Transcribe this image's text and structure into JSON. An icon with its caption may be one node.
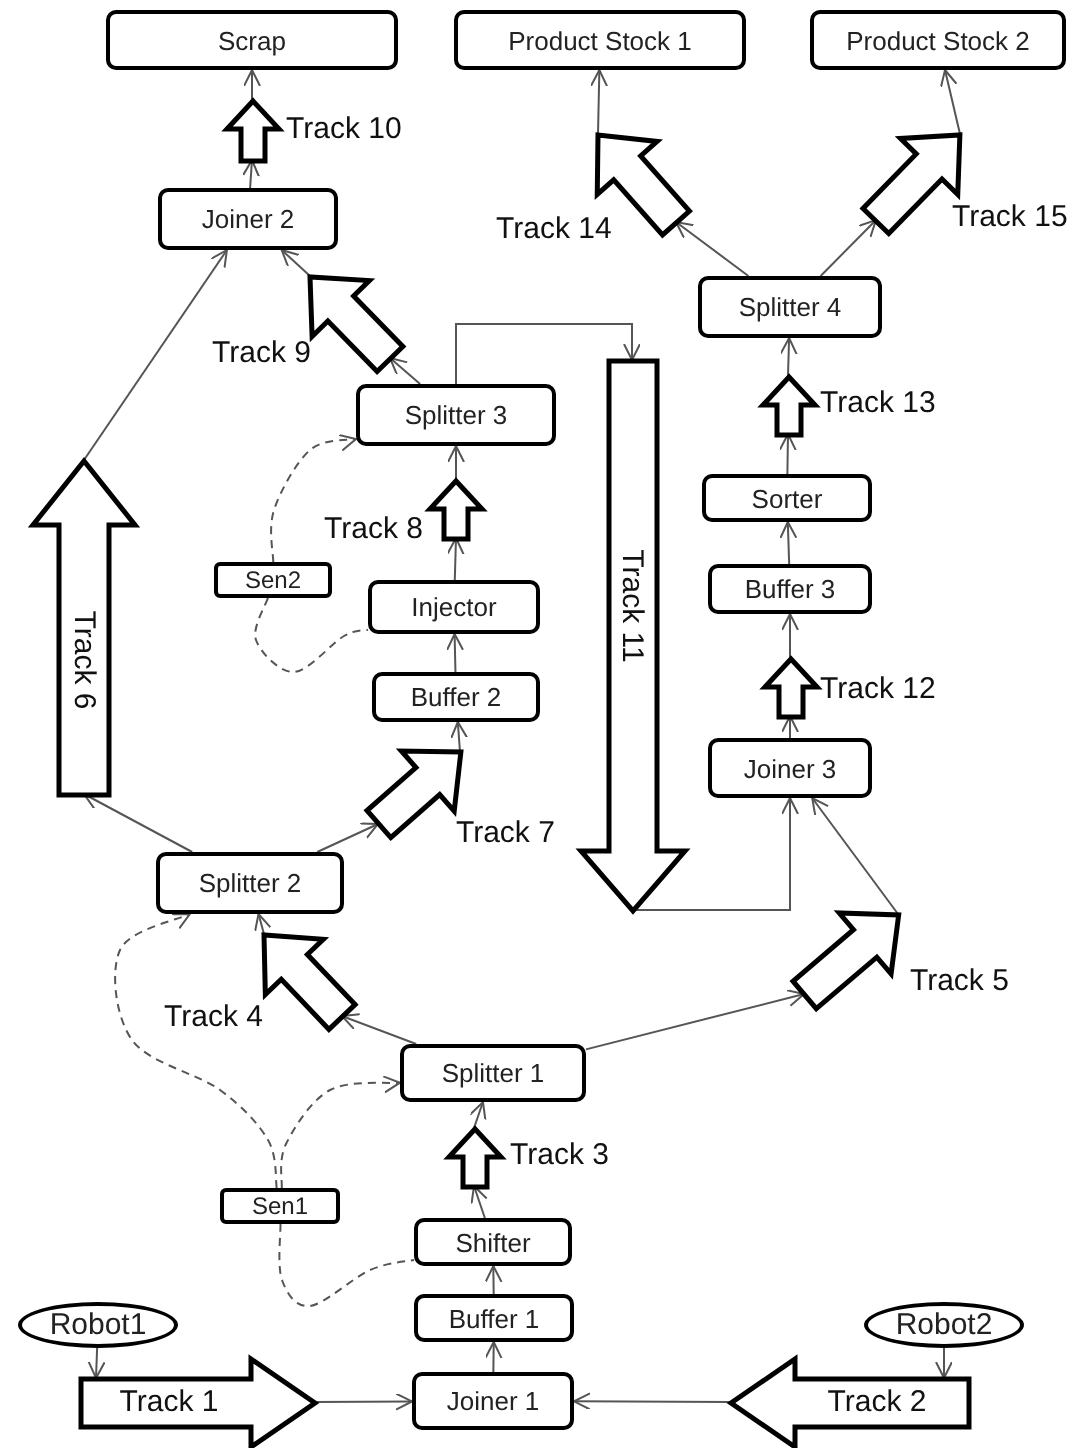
{
  "diagram": {
    "nodes": [
      {
        "text": [
          "Scrap"
        ]
      },
      {
        "text": [
          "Product Stock 1"
        ]
      },
      {
        "text": [
          "Product Stock 2"
        ]
      },
      {
        "text": [
          "Track 10"
        ]
      },
      {
        "text": [
          "Joiner 2"
        ]
      },
      {
        "text": [
          "Track 14"
        ]
      },
      {
        "text": [
          "Track 15"
        ]
      },
      {
        "text": [
          "Track 9"
        ]
      },
      {
        "text": [
          "Splitter 4"
        ]
      },
      {
        "text": [
          "Splitter 3"
        ]
      },
      {
        "text": [
          "Track 13"
        ]
      },
      {
        "text": [
          "Track 8"
        ]
      },
      {
        "text": [
          "Track 6"
        ]
      },
      {
        "text": [
          "Track 11"
        ]
      },
      {
        "text": [
          "Sorter"
        ]
      },
      {
        "text": [
          "Sen2"
        ]
      },
      {
        "text": [
          "Injector"
        ]
      },
      {
        "text": [
          "Buffer 3"
        ]
      },
      {
        "text": [
          "Buffer 2"
        ]
      },
      {
        "text": [
          "Track 12"
        ]
      },
      {
        "text": [
          "Joiner 3"
        ]
      },
      {
        "text": [
          "Track 7"
        ]
      },
      {
        "text": [
          "Splitter 2"
        ]
      },
      {
        "text": [
          "Track 4"
        ]
      },
      {
        "text": [
          "Track 5"
        ]
      },
      {
        "text": [
          "Splitter 1"
        ]
      },
      {
        "text": [
          "Track 3"
        ]
      },
      {
        "text": [
          "Sen1"
        ]
      },
      {
        "text": [
          "Shifter"
        ]
      },
      {
        "text": [
          "Robot1"
        ]
      },
      {
        "text": [
          "Robot2"
        ]
      },
      {
        "text": [
          "Buffer 1"
        ]
      },
      {
        "text": [
          "Track 1"
        ]
      },
      {
        "text": [
          "Joiner 1"
        ]
      },
      {
        "text": [
          "Track 2"
        ]
      }
    ],
    "edges": [
      {
        "from": 29,
        "to": 32,
        "arrow": "to"
      },
      {
        "from": 32,
        "to": 33,
        "arrow": "to"
      },
      {
        "from": 30,
        "to": 34,
        "arrow": "to"
      },
      {
        "from": 34,
        "to": 33,
        "arrow": "to"
      },
      {
        "from": 33,
        "to": 31,
        "arrow": "to"
      },
      {
        "from": 31,
        "to": 28,
        "arrow": "to"
      },
      {
        "from": 28,
        "to": 26,
        "arrow": "to"
      },
      {
        "from": 26,
        "to": 25,
        "arrow": "to"
      },
      {
        "from": 25,
        "to": 23,
        "arrow": "to"
      },
      {
        "from": 23,
        "to": 22,
        "arrow": "to"
      },
      {
        "from": 25,
        "to": 24,
        "arrow": "to"
      },
      {
        "from": 24,
        "to": 20,
        "arrow": "to"
      },
      {
        "from": 22,
        "to": 12,
        "arrow": "to"
      },
      {
        "from": 12,
        "to": 4,
        "arrow": "to"
      },
      {
        "from": 22,
        "to": 21,
        "arrow": "to"
      },
      {
        "from": 21,
        "to": 18,
        "arrow": "to"
      },
      {
        "from": 18,
        "to": 16,
        "arrow": "to"
      },
      {
        "from": 16,
        "to": 11,
        "arrow": "to"
      },
      {
        "from": 11,
        "to": 9,
        "arrow": "to"
      },
      {
        "from": 9,
        "to": 7,
        "arrow": "to"
      },
      {
        "from": 7,
        "to": 4,
        "arrow": "to"
      },
      {
        "from": 4,
        "to": 3,
        "arrow": "to"
      },
      {
        "from": 3,
        "to": 0,
        "arrow": "to"
      },
      {
        "from": 9,
        "to": 13,
        "arrow": "to"
      },
      {
        "from": 13,
        "to": 20,
        "arrow": "to"
      },
      {
        "from": 20,
        "to": 19,
        "arrow": "to"
      },
      {
        "from": 19,
        "to": 17,
        "arrow": "to"
      },
      {
        "from": 17,
        "to": 14,
        "arrow": "to"
      },
      {
        "from": 14,
        "to": 10,
        "arrow": "to"
      },
      {
        "from": 10,
        "to": 8,
        "arrow": "to"
      },
      {
        "from": 8,
        "to": 5,
        "arrow": "to"
      },
      {
        "from": 5,
        "to": 1,
        "arrow": "to"
      },
      {
        "from": 8,
        "to": 6,
        "arrow": "to"
      },
      {
        "from": 6,
        "to": 2,
        "arrow": "to"
      },
      {
        "from": 27,
        "to": 25,
        "arrow": "to",
        "style": "dashed"
      },
      {
        "from": 27,
        "to": 22,
        "arrow": "to",
        "style": "dashed"
      },
      {
        "from": 27,
        "to": 28,
        "arrow": "none",
        "style": "dashed"
      },
      {
        "from": 15,
        "to": 9,
        "arrow": "to",
        "style": "dashed"
      },
      {
        "from": 15,
        "to": 16,
        "arrow": "none",
        "style": "dashed"
      }
    ]
  }
}
